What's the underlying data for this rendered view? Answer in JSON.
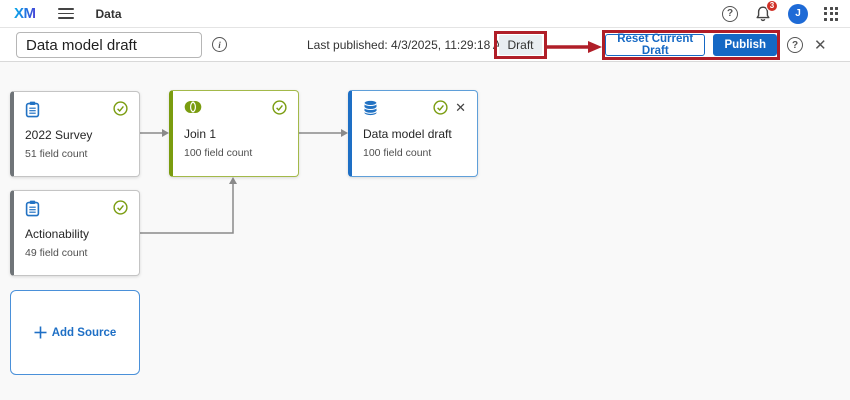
{
  "topbar": {
    "logo": "XM",
    "app_title": "Data",
    "notification_count": "3",
    "avatar_initial": "J",
    "help_glyph": "?"
  },
  "toolbar": {
    "title_value": "Data model draft",
    "info_glyph": "i",
    "last_published": "Last published: 4/3/2025, 11:29:18 AM",
    "draft_badge": "Draft",
    "reset_button_label": "Reset Current Draft",
    "publish_button_label": "Publish",
    "help_glyph": "?",
    "close_glyph": "✕"
  },
  "canvas": {
    "nodes": [
      {
        "title": "2022 Survey",
        "subtitle": "51 field count",
        "type": "survey",
        "icon": "survey-clipboard-icon",
        "status": "valid-check"
      },
      {
        "title": "Join 1",
        "subtitle": "100 field count",
        "type": "join",
        "icon": "join-venn-icon",
        "status": "valid-check"
      },
      {
        "title": "Data model draft",
        "subtitle": "100 field count",
        "type": "output",
        "icon": "database-icon",
        "status": "valid-check",
        "close_glyph": "✕"
      },
      {
        "title": "Actionability",
        "subtitle": "49 field count",
        "type": "survey",
        "icon": "survey-clipboard-icon",
        "status": "valid-check"
      }
    ],
    "add_source_label": "Add Source"
  },
  "colors": {
    "accent_blue": "#1568c4",
    "node_blue": "#1e6fc5",
    "olive_green": "#7a9c0f",
    "annotation_red": "#b01e28",
    "notification_red": "#d03027",
    "canvas_bg": "#f9f9f9"
  }
}
